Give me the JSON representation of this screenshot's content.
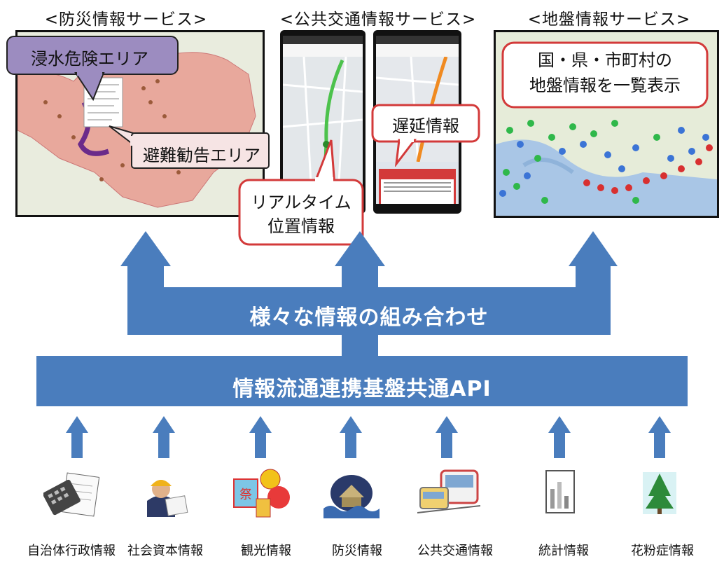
{
  "services": {
    "disaster": {
      "title": "<防災情報サービス>",
      "flood": "浸水危険エリア",
      "evac": "避難勧告エリア"
    },
    "transit": {
      "title": "<公共交通情報サービス>",
      "realtime": "リアルタイム\n位置情報",
      "delay": "遅延情報"
    },
    "ground": {
      "title": "<地盤情報サービス>",
      "list": "国・県・市町村の\n地盤情報を一覧表示"
    }
  },
  "combine_label": "様々な情報の組み合わせ",
  "api_label": "情報流通連携基盤共通API",
  "sources": [
    {
      "label": "自治体行政情報",
      "icon": "calculator-icon"
    },
    {
      "label": "社会資本情報",
      "icon": "engineer-icon"
    },
    {
      "label": "観光情報",
      "icon": "festival-icon"
    },
    {
      "label": "防災情報",
      "icon": "flood-icon"
    },
    {
      "label": "公共交通情報",
      "icon": "train-icon"
    },
    {
      "label": "統計情報",
      "icon": "chart-doc-icon"
    },
    {
      "label": "花粉症情報",
      "icon": "tree-icon"
    }
  ],
  "colors": {
    "arrow_blue": "#4a7dbd",
    "callout_purple": "#9c8cc0",
    "callout_pink": "#f6e4e4",
    "callout_red": "#d33a3a",
    "hazard_area": "#e8a89c"
  }
}
